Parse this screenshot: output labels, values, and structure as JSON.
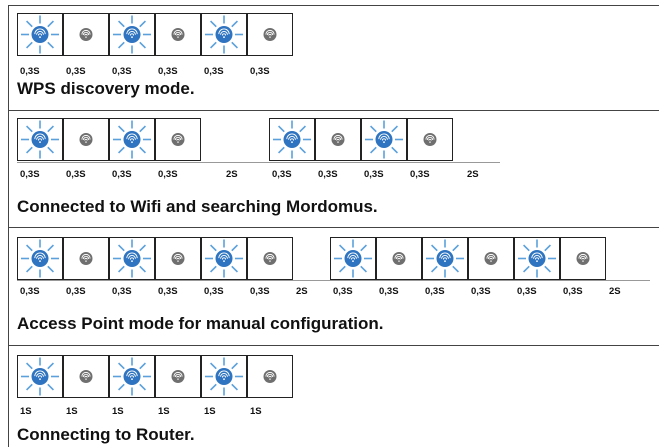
{
  "colors": {
    "led_on": "#2f74c0",
    "led_off": "#6f6f6f",
    "rays": "#5aa0dc"
  },
  "icons": {
    "led_on": "wifi-led-on-icon",
    "led_off": "wifi-led-off-icon"
  },
  "sections": [
    {
      "caption": "WPS discovery mode.",
      "groups": [
        {
          "cells": [
            "on",
            "off",
            "on",
            "off",
            "on",
            "off"
          ],
          "labels": [
            "0,3S",
            "0,3S",
            "0,3S",
            "0,3S",
            "0,3S",
            "0,3S"
          ]
        }
      ]
    },
    {
      "caption": "Connected to Wifi and searching Mordomus.",
      "groups": [
        {
          "cells": [
            "on",
            "off",
            "on",
            "off"
          ],
          "labels": [
            "0,3S",
            "0,3S",
            "0,3S",
            "0,3S"
          ],
          "gap_label": "2S"
        },
        {
          "cells": [
            "on",
            "off",
            "on",
            "off"
          ],
          "labels": [
            "0,3S",
            "0,3S",
            "0,3S",
            "0,3S"
          ],
          "gap_label": "2S"
        }
      ]
    },
    {
      "caption": "Access Point mode for manual configuration.",
      "groups": [
        {
          "cells": [
            "on",
            "off",
            "on",
            "off",
            "on",
            "off"
          ],
          "labels": [
            "0,3S",
            "0,3S",
            "0,3S",
            "0,3S",
            "0,3S",
            "0,3S"
          ],
          "gap_label": "2S"
        },
        {
          "cells": [
            "on",
            "off",
            "on",
            "off",
            "on",
            "off"
          ],
          "labels": [
            "0,3S",
            "0,3S",
            "0,3S",
            "0,3S",
            "0,3S",
            "0,3S"
          ],
          "gap_label": "2S"
        }
      ]
    },
    {
      "caption": "Connecting to Router.",
      "groups": [
        {
          "cells": [
            "on",
            "off",
            "on",
            "off",
            "on",
            "off"
          ],
          "labels": [
            "1S",
            "1S",
            "1S",
            "1S",
            "1S",
            "1S"
          ]
        }
      ]
    }
  ]
}
